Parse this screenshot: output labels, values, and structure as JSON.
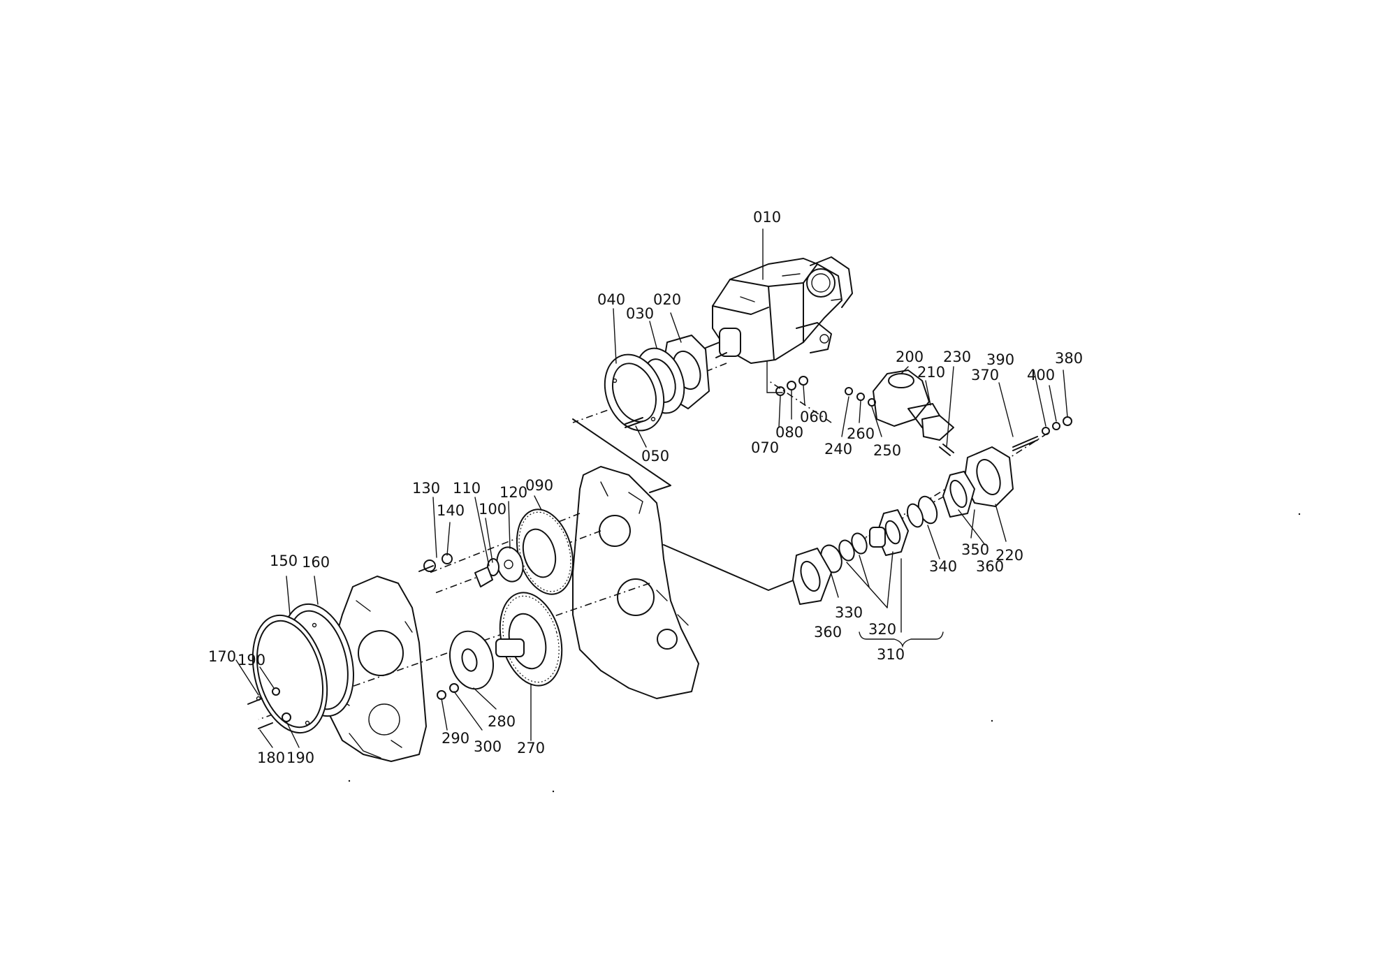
{
  "diagram": {
    "part_labels": {
      "p010": "010",
      "p020": "020",
      "p030": "030",
      "p040": "040",
      "p050": "050",
      "p060": "060",
      "p070": "070",
      "p080": "080",
      "p090": "090",
      "p100": "100",
      "p110": "110",
      "p120": "120",
      "p130": "130",
      "p140": "140",
      "p150": "150",
      "p160": "160",
      "p170": "170",
      "p180": "180",
      "p190a": "190",
      "p190b": "190",
      "p200": "200",
      "p210": "210",
      "p220": "220",
      "p230": "230",
      "p240": "240",
      "p250": "250",
      "p260": "260",
      "p270": "270",
      "p280": "280",
      "p290": "290",
      "p300": "300",
      "p310": "310",
      "p320": "320",
      "p330": "330",
      "p340": "340",
      "p350": "350",
      "p360a": "360",
      "p360b": "360",
      "p370": "370",
      "p380": "380",
      "p390": "390",
      "p400": "400"
    }
  }
}
